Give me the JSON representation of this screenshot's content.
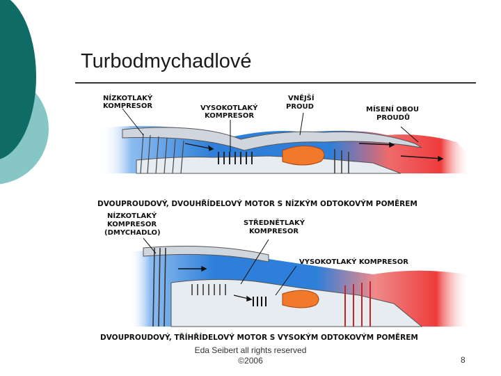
{
  "slide": {
    "title": "Turbodmychadlové",
    "footer_line1": "Eda Seibert all rights reserved",
    "footer_line2": "©2006",
    "page_number": "8"
  },
  "figure": {
    "top": {
      "label_low_pressure": [
        "NÍZKOTLAKÝ",
        "KOMPRESOR"
      ],
      "label_high_pressure": [
        "VYSOKOTLAKÝ",
        "KOMPRESOR"
      ],
      "label_outer_flow": [
        "VNĚJŠÍ",
        "PROUD"
      ],
      "label_mixing": [
        "MÍSENÍ OBOU",
        "PROUDŮ"
      ],
      "caption": "DVOUPROUDOVÝ, DVOUHŘÍDELOVÝ MOTOR S NÍZKÝM ODTOKOVÝM POMĚREM"
    },
    "bottom": {
      "label_low_pressure": [
        "NÍZKOTLAKÝ",
        "KOMPRESOR",
        "(DMYCHADLO)"
      ],
      "label_mid_pressure": [
        "STŘEDNĚTLAKÝ",
        "KOMPRESOR"
      ],
      "label_high_pressure": "VYSOKOTLAKÝ KOMPRESOR",
      "caption": "DVOUPROUDOVÝ, TŘÍHŘÍDELOVÝ MOTOR S VYSOKÝM ODTOKOVÝM POMĚREM"
    }
  },
  "colors": {
    "deco_dark": "#0e6b66",
    "deco_light": "#86c6c4",
    "cold_flow": "#2e7fd9",
    "hot_flow": "#ef3b3b",
    "combustor": "#f07a2a"
  }
}
